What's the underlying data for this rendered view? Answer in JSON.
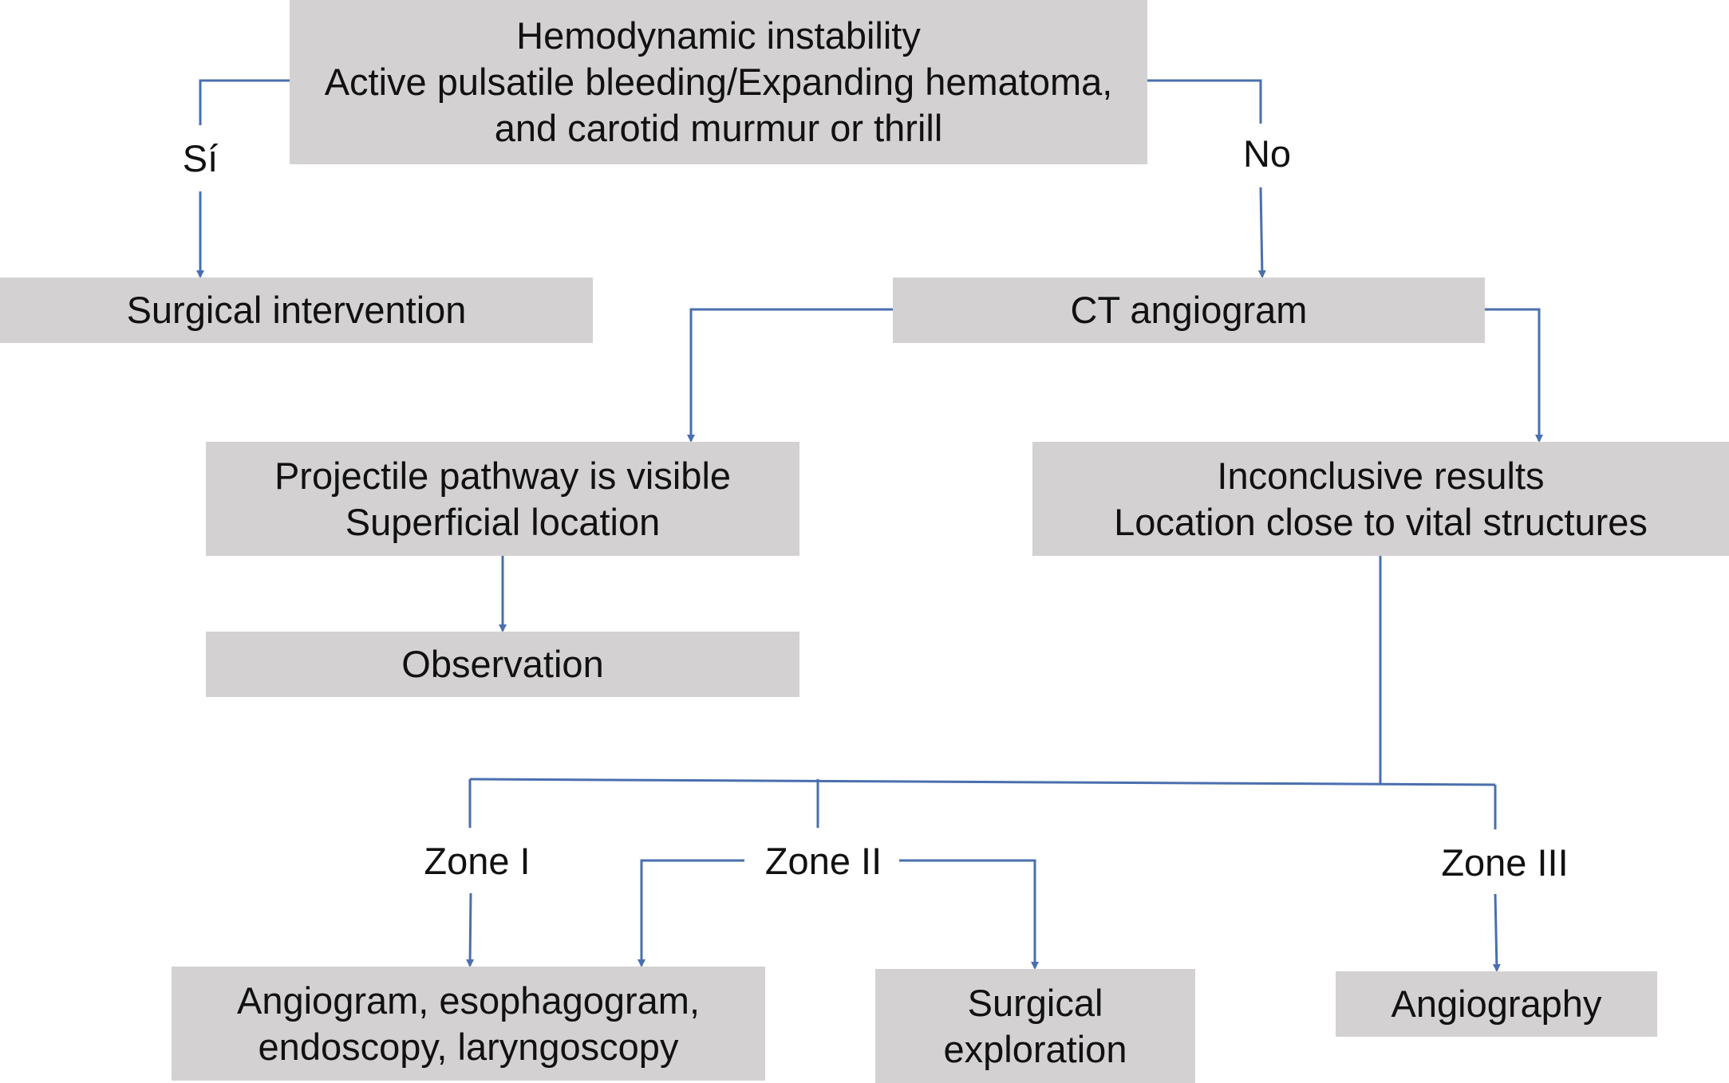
{
  "colors": {
    "box_fill": "#d3d1d2",
    "connector": "#4a6fae",
    "text": "#111111",
    "background": "#ffffff"
  },
  "nodes": {
    "top": {
      "lines": [
        "Hemodynamic instability",
        "Active pulsatile bleeding/Expanding hematoma,",
        "and carotid murmur or thrill"
      ]
    },
    "surgical_intervention": {
      "lines": [
        "Surgical intervention"
      ]
    },
    "ct_angiogram": {
      "lines": [
        "CT angiogram"
      ]
    },
    "projectile": {
      "lines": [
        "Projectile pathway is visible",
        "Superficial location"
      ]
    },
    "inconclusive": {
      "lines": [
        "Inconclusive results",
        "Location close to vital structures"
      ]
    },
    "observation": {
      "lines": [
        "Observation"
      ]
    },
    "angio_eso": {
      "lines": [
        "Angiogram, esophagogram,",
        "endoscopy, laryngoscopy"
      ]
    },
    "surgical_exploration": {
      "lines": [
        "Surgical",
        "exploration"
      ]
    },
    "angiography": {
      "lines": [
        "Angiography"
      ]
    }
  },
  "edge_labels": {
    "yes": "Sí",
    "no": "No",
    "zone1": "Zone I",
    "zone2": "Zone II",
    "zone3": "Zone III"
  }
}
